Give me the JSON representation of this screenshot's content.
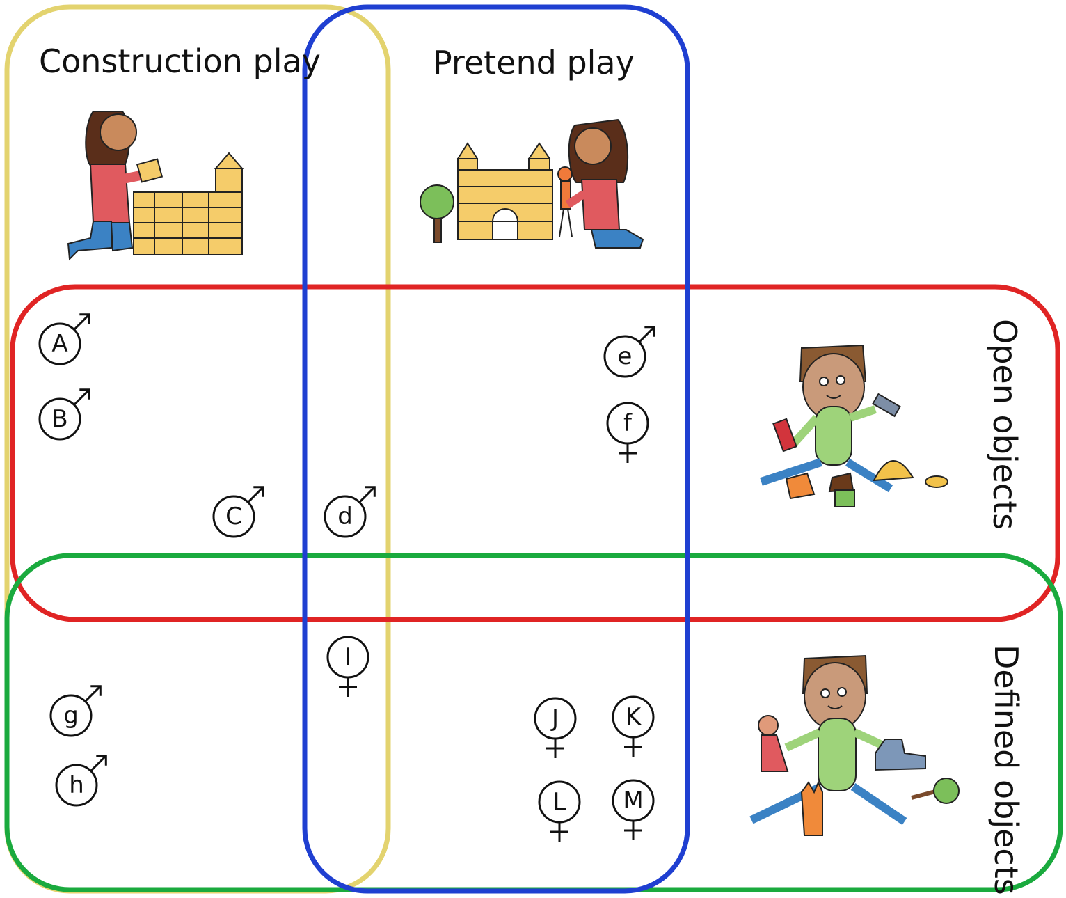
{
  "labels": {
    "construction": "Construction play",
    "pretend": "Pretend play",
    "open": "Open objects",
    "defined": "Defined objects"
  },
  "colors": {
    "construction": "#e3d36f",
    "pretend": "#1f3fd1",
    "open": "#e02424",
    "defined": "#1aaa3e"
  },
  "markers": [
    {
      "id": "A",
      "label": "A",
      "sex": "male"
    },
    {
      "id": "B",
      "label": "B",
      "sex": "male"
    },
    {
      "id": "C",
      "label": "C",
      "sex": "male"
    },
    {
      "id": "d",
      "label": "d",
      "sex": "male"
    },
    {
      "id": "e",
      "label": "e",
      "sex": "male"
    },
    {
      "id": "f",
      "label": "f",
      "sex": "female"
    },
    {
      "id": "g",
      "label": "g",
      "sex": "male"
    },
    {
      "id": "h",
      "label": "h",
      "sex": "male"
    },
    {
      "id": "I",
      "label": "I",
      "sex": "female"
    },
    {
      "id": "J",
      "label": "J",
      "sex": "female"
    },
    {
      "id": "K",
      "label": "K",
      "sex": "female"
    },
    {
      "id": "L",
      "label": "L",
      "sex": "female"
    },
    {
      "id": "M",
      "label": "M",
      "sex": "female"
    }
  ]
}
